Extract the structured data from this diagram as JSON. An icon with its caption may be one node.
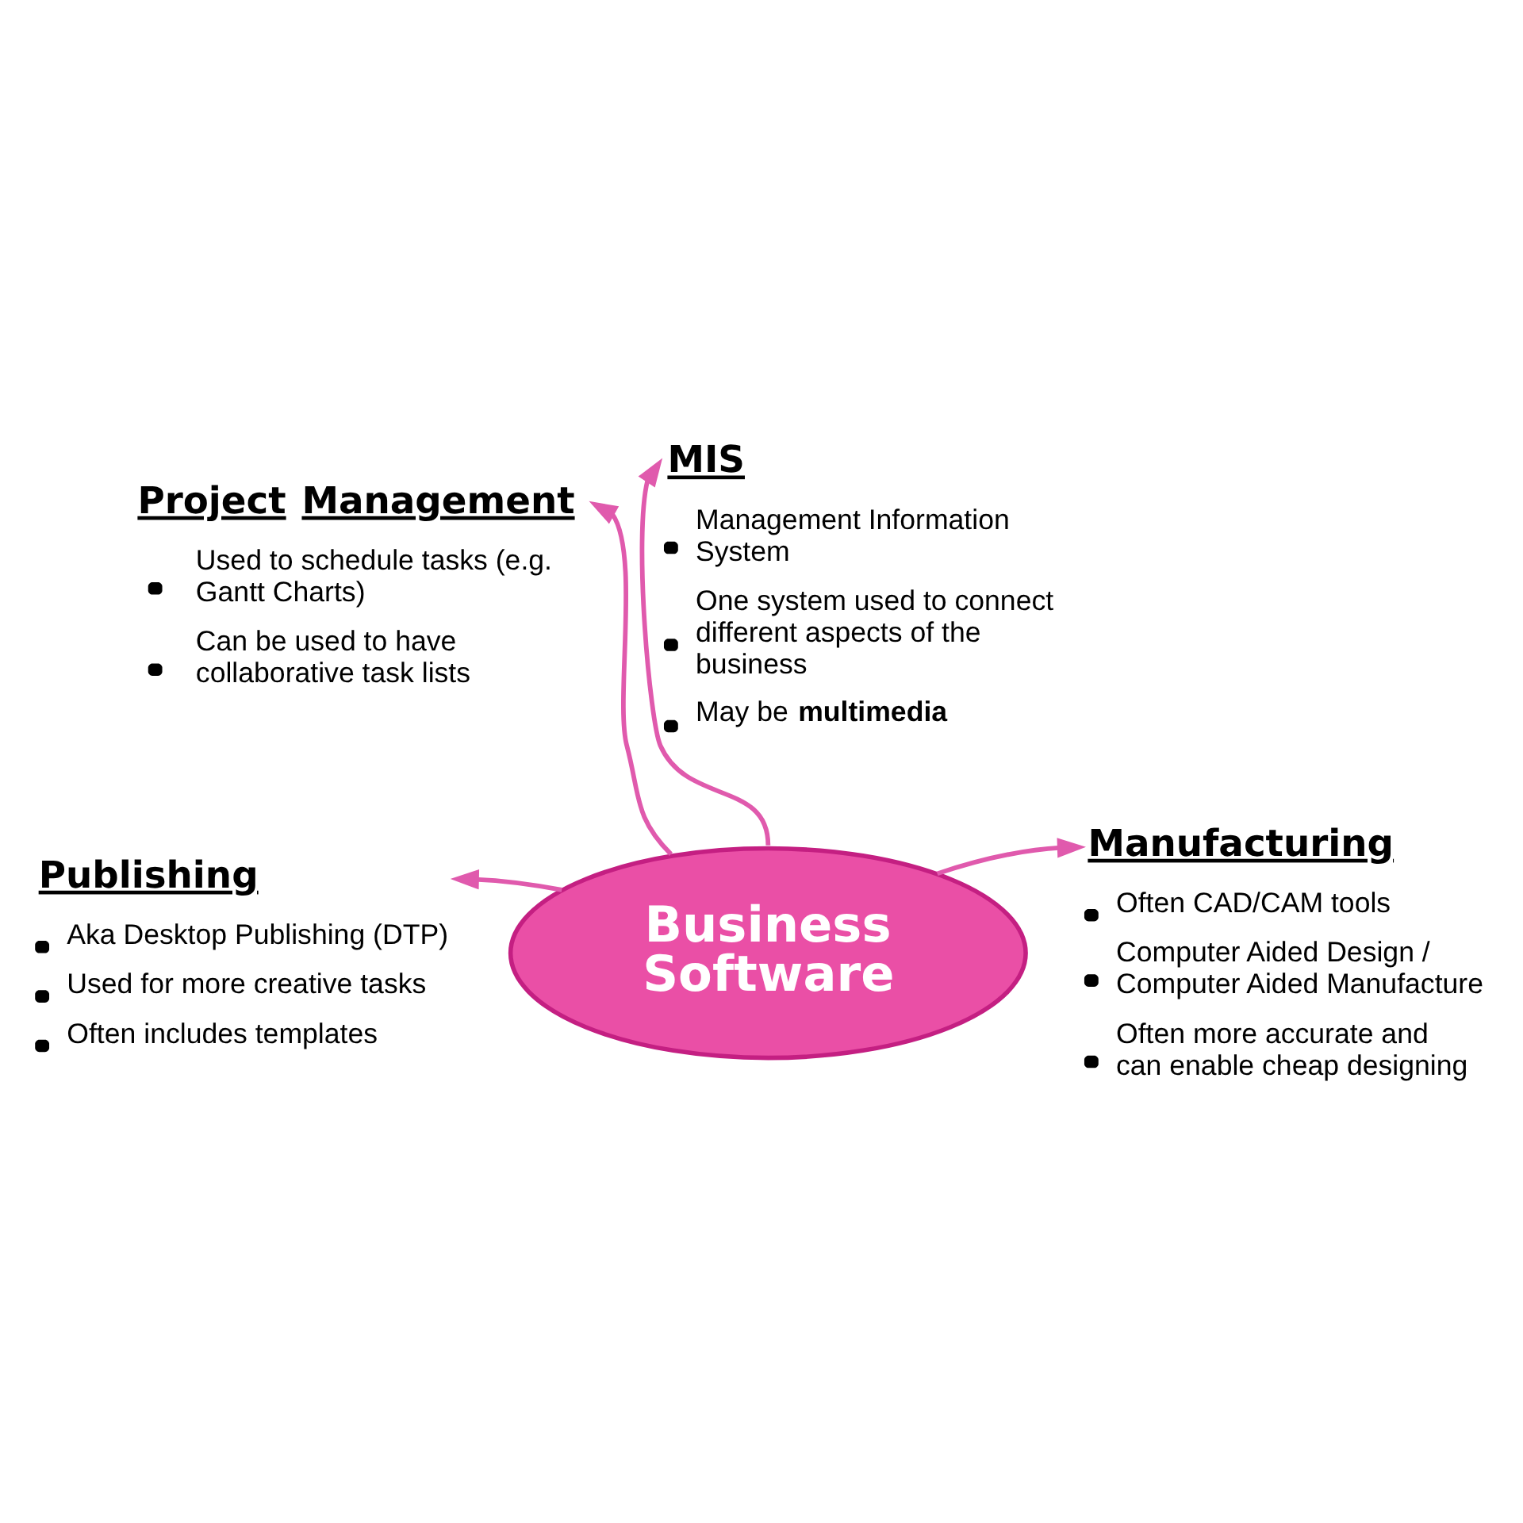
{
  "diagram": {
    "nodes": [
      {
        "text": [
          "Project Management",
          "Used to schedule tasks (e.g. Gantt Charts)",
          "Can be used to have collaborative task lists"
        ]
      },
      {
        "text": [
          "MIS",
          "Management Information System",
          "One system used to connect different aspects of the business",
          "May be **multimedia**"
        ]
      },
      {
        "text": [
          "Business Software"
        ]
      },
      {
        "text": [
          "Publishing",
          "Aka Desktop Publishing (DTP)",
          "Used for more creative tasks",
          "Often includes templates"
        ]
      },
      {
        "text": [
          "Manufacturing",
          "Often CAD/CAM tools",
          "Computer Aided Design / Computer Aided Manufacture",
          "Often more accurate and can enable cheap designing"
        ]
      }
    ],
    "edges": [
      {
        "from": 2,
        "to": 0,
        "arrow": "to"
      },
      {
        "from": 2,
        "to": 1,
        "arrow": "to"
      },
      {
        "from": 2,
        "to": 3,
        "arrow": "to"
      },
      {
        "from": 2,
        "to": 4,
        "arrow": "to"
      }
    ]
  }
}
